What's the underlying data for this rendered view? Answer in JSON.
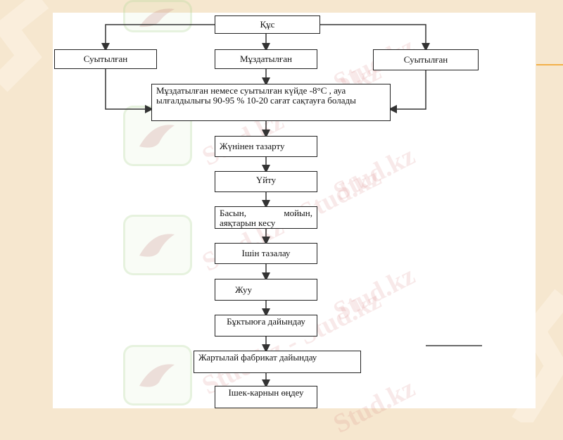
{
  "diagram": {
    "nodes": {
      "source": "Құс",
      "cooled_left": "Суытылған",
      "frozen": "Мұздатылған",
      "cooled_right": "Суытылған",
      "storage": "Мұздатылған немесе суытылған күйде -8°С , ауа ылғалдылығы 90-95 % 10-20 сағат сақтауға болады",
      "feather_clean": "Жүнінен тазарту",
      "singe": "Үйту",
      "cut": "Басын, мойын, аяқтарын кесу",
      "gut": "Ішін тазалау",
      "wash": "Жуу",
      "pack_prep": "Бұктыюға дайындау",
      "semi_product": "Жартылай фабрикат дайындау",
      "offal": "Ішек-карнын өңдеу"
    }
  },
  "watermark": {
    "text": "Stud.kz",
    "prefixed_text": "Stud.kz - Stud.kz"
  },
  "colors": {
    "background": "#f6e7cf",
    "accent": "#f3b04a",
    "watermark": "#d27878"
  }
}
